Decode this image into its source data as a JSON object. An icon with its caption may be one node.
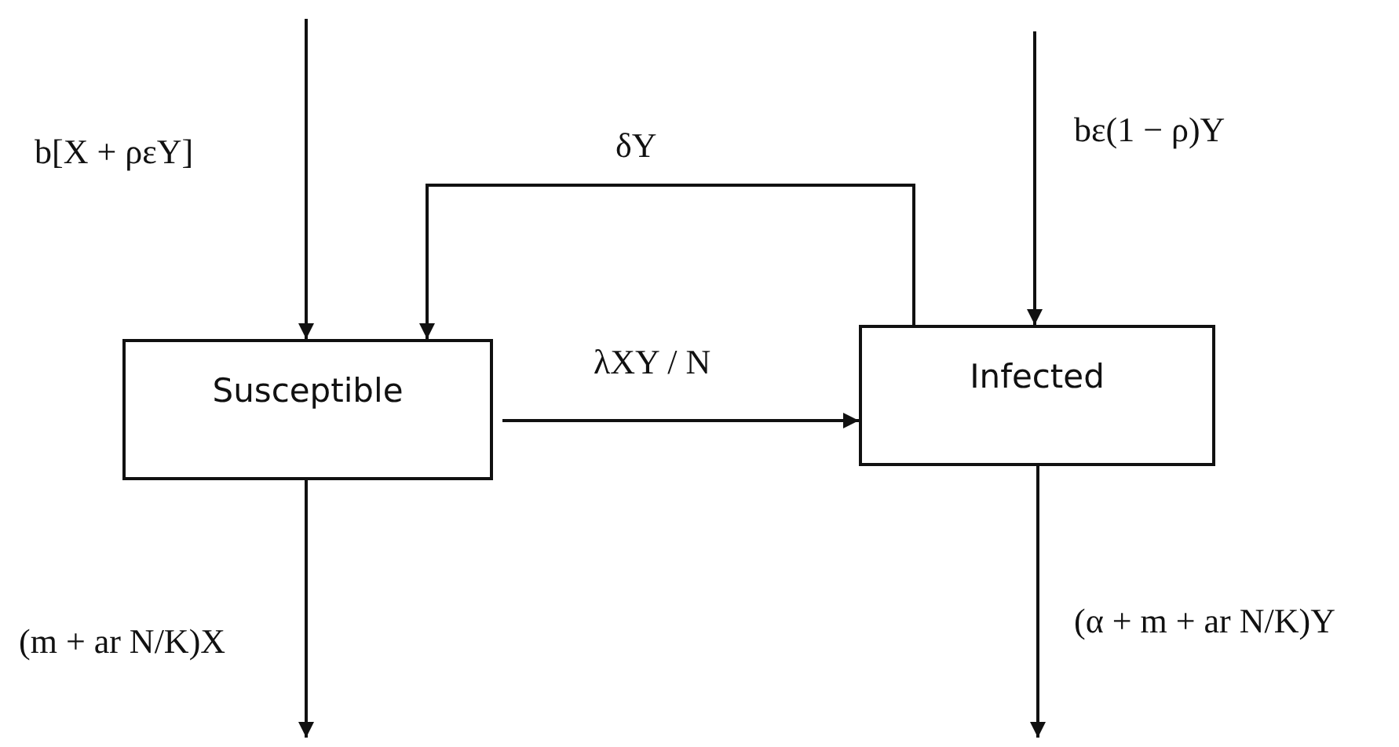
{
  "diagram": {
    "nodes": [
      {
        "text": [
          "Susceptible"
        ]
      },
      {
        "text": [
          "Infected"
        ]
      }
    ],
    "edges": [
      {
        "from": null,
        "to": 0,
        "arrow": "to",
        "label": "b[X + ρεY]"
      },
      {
        "from": null,
        "to": 1,
        "arrow": "to",
        "label": "bε(1 − ρ)Y"
      },
      {
        "from": 1,
        "to": 0,
        "arrow": "to",
        "label": "δY"
      },
      {
        "from": 0,
        "to": 1,
        "arrow": "to",
        "label": "λXY / N"
      },
      {
        "from": 0,
        "to": null,
        "arrow": "to",
        "label": "(m + ar N/K)X"
      },
      {
        "from": 1,
        "to": null,
        "arrow": "to",
        "label": "(α + m + ar N/K)Y"
      }
    ]
  }
}
